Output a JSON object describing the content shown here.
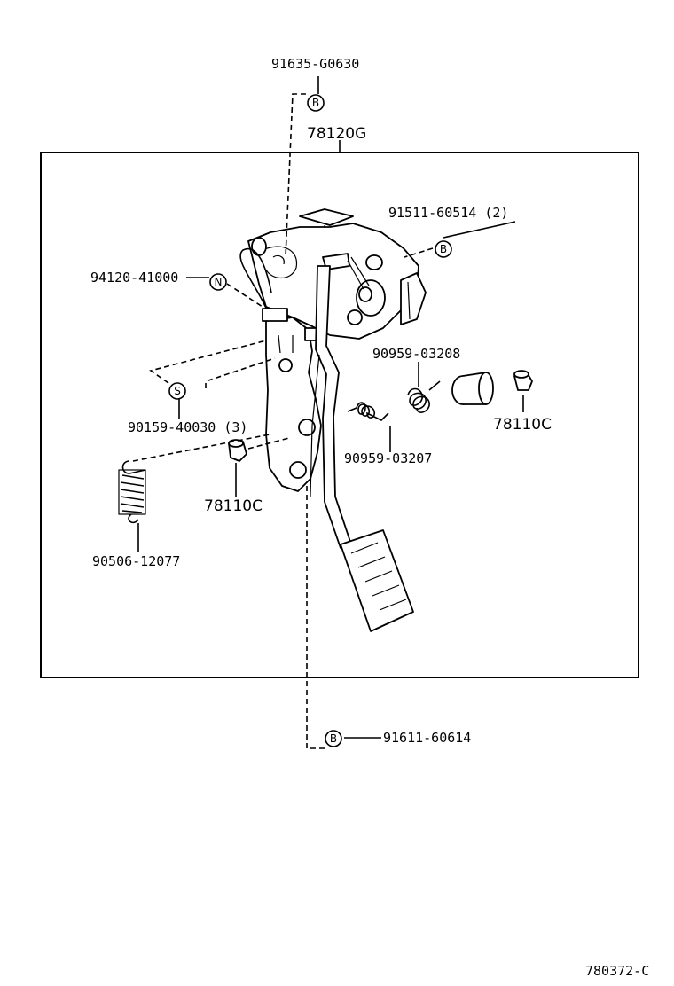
{
  "callouts": {
    "b_top": "91635-G0630",
    "assembly": "78120G",
    "b_right": "91511-60514 (2)",
    "n_left": "94120-41000",
    "spring_right": "90959-03208",
    "bushing_right": "78110C",
    "s_left": "90159-40030 (3)",
    "spring_mid": "90959-03207",
    "bushing_left": "78110C",
    "spring_left": "90506-12077",
    "b_bottom": "91611-60614"
  },
  "markers": {
    "b_top": "B",
    "b_right": "B",
    "n": "N",
    "s": "S",
    "b_bottom": "B"
  },
  "figure_code": "780372-C"
}
